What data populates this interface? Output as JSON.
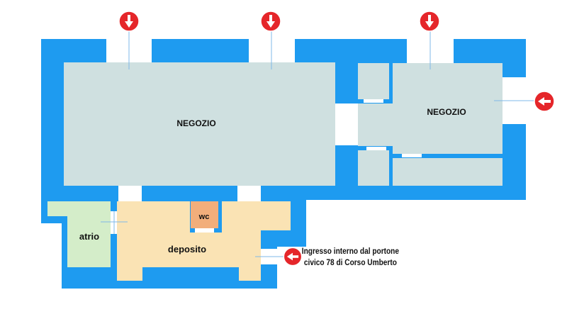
{
  "rooms": {
    "negozio_main": "NEGOZIO",
    "negozio_right": "NEGOZIO",
    "atrio": "atrio",
    "deposito": "deposito",
    "wc": "wc"
  },
  "entrance_note": {
    "line1": "Ingresso interno dal portone",
    "line2": "civico 78 di Corso Umberto"
  },
  "icons": {
    "entry_arrow": "red-circle-arrow-icon"
  },
  "colors": {
    "walls": "#1E9BF0",
    "negozio": "#CFE0E0",
    "atrio": "#D4EDC9",
    "deposito": "#FAE3B4",
    "wc": "#F2AE7B",
    "arrow": "#E5262A"
  }
}
